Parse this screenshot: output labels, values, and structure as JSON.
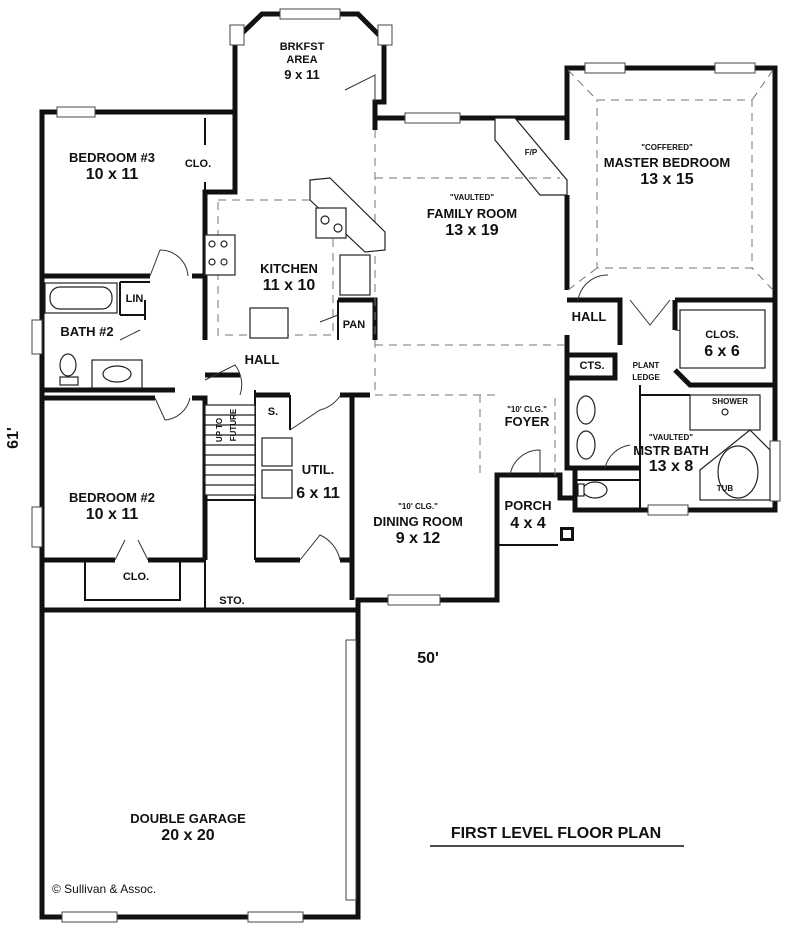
{
  "title": "FIRST LEVEL FLOOR PLAN",
  "copyright": "© Sullivan & Assoc.",
  "dimensions": {
    "height": "61'",
    "width": "50'"
  },
  "rooms": {
    "brkfst": {
      "line1": "BRKFST",
      "line2": "AREA",
      "size": "9 x 11"
    },
    "bedroom3": {
      "name": "BEDROOM #3",
      "size": "10 x 11"
    },
    "clo_top": "CLO.",
    "fp": "F/P",
    "family": {
      "note": "\"VAULTED\"",
      "name": "FAMILY ROOM",
      "size": "13 x 19"
    },
    "master": {
      "note": "\"COFFERED\"",
      "name": "MASTER BEDROOM",
      "size": "13 x 15"
    },
    "kitchen": {
      "name": "KITCHEN",
      "size": "11 x 10"
    },
    "lin": "LIN.",
    "pan": "PAN",
    "bath2": "BATH #2",
    "hall_main": "HALL",
    "hall_master": "HALL",
    "cts": "CTS.",
    "plant": {
      "line1": "PLANT",
      "line2": "LEDGE"
    },
    "clos": {
      "name": "CLOS.",
      "size": "6 x 6"
    },
    "shower": "SHOWER",
    "s": "S.",
    "stair": {
      "line1": "UP TO",
      "line2": "FUTURE"
    },
    "foyer": {
      "note": "\"10' CLG.\"",
      "name": "FOYER"
    },
    "mstr_bath": {
      "note": "\"VAULTED\"",
      "name": "MSTR BATH",
      "size": "13 x 8"
    },
    "util": {
      "name": "UTIL.",
      "size": "6 x 11"
    },
    "tub": "TUB",
    "bedroom2": {
      "name": "BEDROOM #2",
      "size": "10 x 11"
    },
    "dining": {
      "note": "\"10' CLG.\"",
      "name": "DINING ROOM",
      "size": "9 x 12"
    },
    "porch": {
      "name": "PORCH",
      "size": "4 x 4"
    },
    "clo_bottom": "CLO.",
    "sto": "STO.",
    "garage": {
      "name": "DOUBLE GARAGE",
      "size": "20 x 20"
    }
  }
}
